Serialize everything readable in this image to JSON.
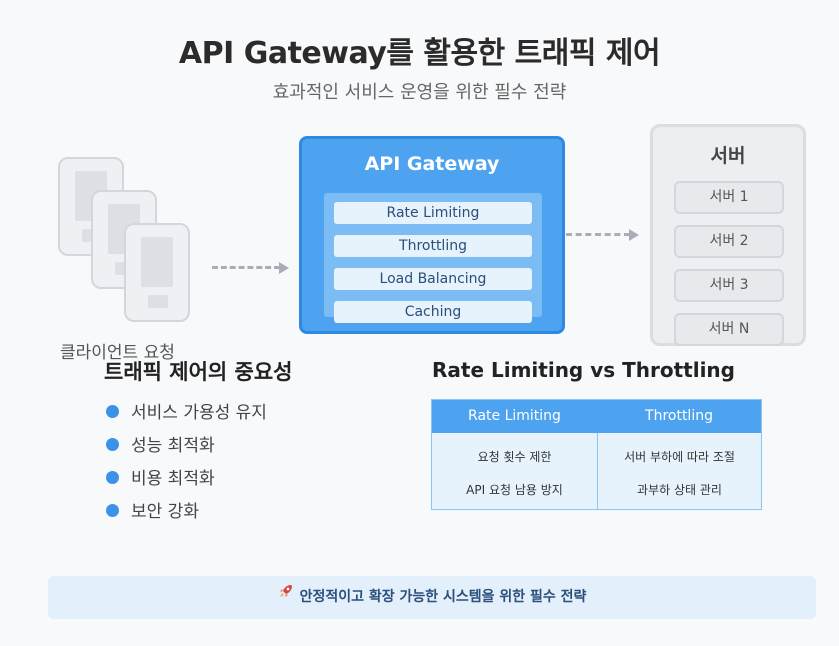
{
  "header": {
    "title": "API Gateway를 활용한 트래픽 제어",
    "subtitle": "효과적인 서비스 운영을 위한 필수 전략"
  },
  "clients": {
    "label": "클라이언트 요청"
  },
  "gateway": {
    "title": "API Gateway",
    "features": [
      "Rate Limiting",
      "Throttling",
      "Load Balancing",
      "Caching"
    ]
  },
  "servers": {
    "title": "서버",
    "items": [
      "서버 1",
      "서버 2",
      "서버 3",
      "서버 N"
    ]
  },
  "importance": {
    "title": "트래픽 제어의 중요성",
    "bullets": [
      "서비스 가용성 유지",
      "성능 최적화",
      "비용 최적화",
      "보안 강화"
    ]
  },
  "comparison": {
    "title": "Rate Limiting vs Throttling",
    "columns": [
      {
        "header": "Rate Limiting",
        "rows": [
          "요청 횟수 제한",
          "API 요청 남용 방지"
        ]
      },
      {
        "header": "Throttling",
        "rows": [
          "서버 부하에 따라 조절",
          "과부하 상태 관리"
        ]
      }
    ]
  },
  "footer": {
    "icon": "rocket-icon",
    "text": "안정적이고 확장 가능한 시스템을 위한 필수 전략"
  },
  "colors": {
    "accent": "#4da3f0",
    "accent_dark": "#2e8ae0",
    "bullet": "#3a93e8",
    "footer_bg": "#e3effa"
  }
}
